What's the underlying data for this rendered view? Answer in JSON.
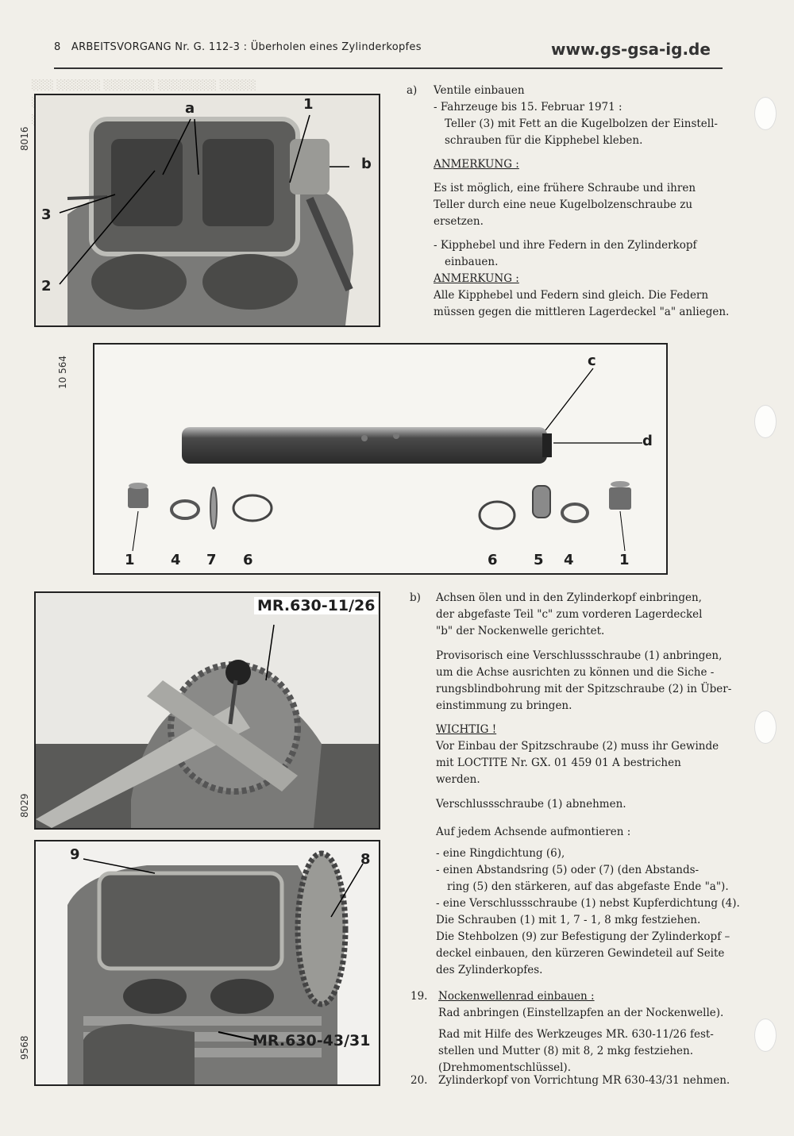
{
  "header": {
    "page_number": "8",
    "title": "ARBEITSVORGANG Nr. G. 112-3 :  Überholen eines Zylinderkopfes",
    "website": "www.gs-gsa-ig.de"
  },
  "figures": {
    "fig1": {
      "code": "8016",
      "labels": [
        "a",
        "1",
        "b",
        "3",
        "2"
      ]
    },
    "fig2": {
      "code": "10 564",
      "labels": [
        "c",
        "d",
        "1",
        "4",
        "7",
        "6",
        "6",
        "5",
        "4",
        "1"
      ]
    },
    "fig3": {
      "code": "8029",
      "tool": "MR.630-11/26"
    },
    "fig4": {
      "code": "9568",
      "tool": "MR.630-43/31",
      "labels": [
        "9",
        "8"
      ]
    }
  },
  "section_a": {
    "marker": "a)",
    "heading": "Ventile einbauen",
    "item1": "- Fahrzeuge bis 15. Februar 1971 :",
    "item1_text1": "Teller (3) mit Fett an die Kugelbolzen der Einstell-",
    "item1_text2": "schrauben für die Kipphebel kleben.",
    "note1_title": "ANMERKUNG :",
    "note1_l1": "Es ist möglich, eine frühere Schraube und ihren",
    "note1_l2": "Teller durch eine neue Kugelbolzenschraube zu",
    "note1_l3": "ersetzen.",
    "item2_l1": "- Kipphebel und ihre Federn in den Zylinderkopf",
    "item2_l2": "einbauen.",
    "note2_title": "ANMERKUNG :",
    "note2_l1": "Alle Kipphebel und Federn sind gleich. Die Federn",
    "note2_l2": "müssen gegen die mittleren Lagerdeckel \"a\" anliegen."
  },
  "section_b": {
    "marker": "b)",
    "l1": "Achsen ölen und in den Zylinderkopf einbringen,",
    "l2": "der abgefaste Teil \"c\" zum vorderen Lagerdeckel",
    "l3": "\"b\" der Nockenwelle gerichtet.",
    "p2_l1": "Provisorisch eine Verschlussschraube (1) anbringen,",
    "p2_l2": "um die Achse ausrichten zu können und die Siche -",
    "p2_l3": "rungsblindbohrung mit der Spitzschraube (2) in Über-",
    "p2_l4": "einstimmung zu bringen.",
    "warn_title": "WICHTIG !",
    "warn_l1": "Vor Einbau der Spitzschraube (2) muss ihr Gewinde",
    "warn_l2": "mit LOCTITE Nr. GX. 01 459 01 A bestrichen",
    "warn_l3": "werden.",
    "p3": "Verschlussschraube (1) abnehmen.",
    "p4": "Auf jedem Achsende aufmontieren :",
    "li1": "- eine Ringdichtung (6),",
    "li2_l1": "- einen Abstandsring (5) oder (7) (den Abstands-",
    "li2_l2": "ring (5) den stärkeren, auf das abgefaste Ende \"a\").",
    "li3": "- eine Verschlussschraube (1) nebst Kupferdichtung (4).",
    "p5": "Die Schrauben (1) mit 1, 7 - 1, 8 mkg festziehen.",
    "p6_l1": "Die Stehbolzen (9) zur Befestigung der Zylinderkopf –",
    "p6_l2": "deckel einbauen, den kürzeren Gewindeteil auf Seite",
    "p6_l3": "des Zylinderkopfes."
  },
  "step19": {
    "num": "19.",
    "title": "Nockenwellenrad einbauen :",
    "l1": "Rad anbringen (Einstellzapfen an der Nockenwelle).",
    "l2": "Rad mit Hilfe des Werkzeuges MR. 630-11/26 fest-",
    "l3": "stellen und Mutter (8) mit 8, 2 mkg festziehen.",
    "l4": "(Drehmomentschlüssel)."
  },
  "step20": {
    "num": "20.",
    "text": "Zylinderkopf von Vorrichtung MR 630-43/31 nehmen."
  }
}
